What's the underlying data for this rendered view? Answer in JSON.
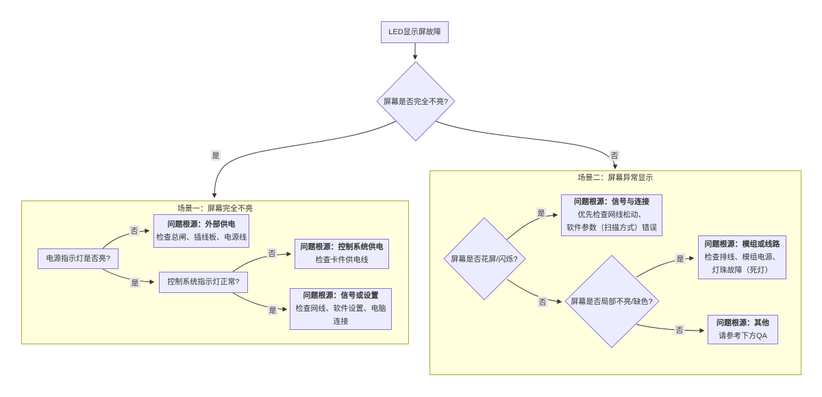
{
  "colors": {
    "node_fill": "#ECECFF",
    "node_border": "#9370DB",
    "cluster_fill": "#FFFFDE",
    "cluster_border": "#AAAA33",
    "edge_line": "#333333",
    "edge_label_bg": "#E8E8E8",
    "text": "#333333"
  },
  "flowchart": {
    "root": {
      "label": "LED显示屏故障"
    },
    "decision_main": {
      "label": "屏幕是否完全不亮?"
    },
    "labels": {
      "yes": "是",
      "no": "否"
    },
    "scenario1": {
      "title": "场景一：屏幕完全不亮",
      "q_power": {
        "label": "电源指示灯是否亮?"
      },
      "external_power": {
        "title": "问题根源：外部供电",
        "detail": "检查总闸、插线板、电源线"
      },
      "q_control": {
        "label": "控制系统指示灯正常?"
      },
      "control_power": {
        "title": "问题根源：控制系统供电",
        "detail": "检查卡件供电线"
      },
      "signal_settings": {
        "title": "问题根源：信号或设置",
        "detail_line1": "检查网线、软件设置、电脑",
        "detail_line2": "连接"
      }
    },
    "scenario2": {
      "title": "场景二：屏幕异常显示",
      "q_flicker": {
        "label": "屏幕是否花屏/闪烁?"
      },
      "signal_connection": {
        "title": "问题根源：信号与连接",
        "detail_line1": "优先检查网线松动、",
        "detail_line2": "软件参数（扫描方式）错误"
      },
      "q_partial": {
        "label": "屏幕是否局部不亮/缺色?"
      },
      "module_circuit": {
        "title": "问题根源：模组或线路",
        "detail_line1": "检查排线、模组电源、",
        "detail_line2": "灯珠故障（死灯）"
      },
      "other": {
        "title": "问题根源：其他",
        "detail": "请参考下方QA"
      }
    }
  }
}
